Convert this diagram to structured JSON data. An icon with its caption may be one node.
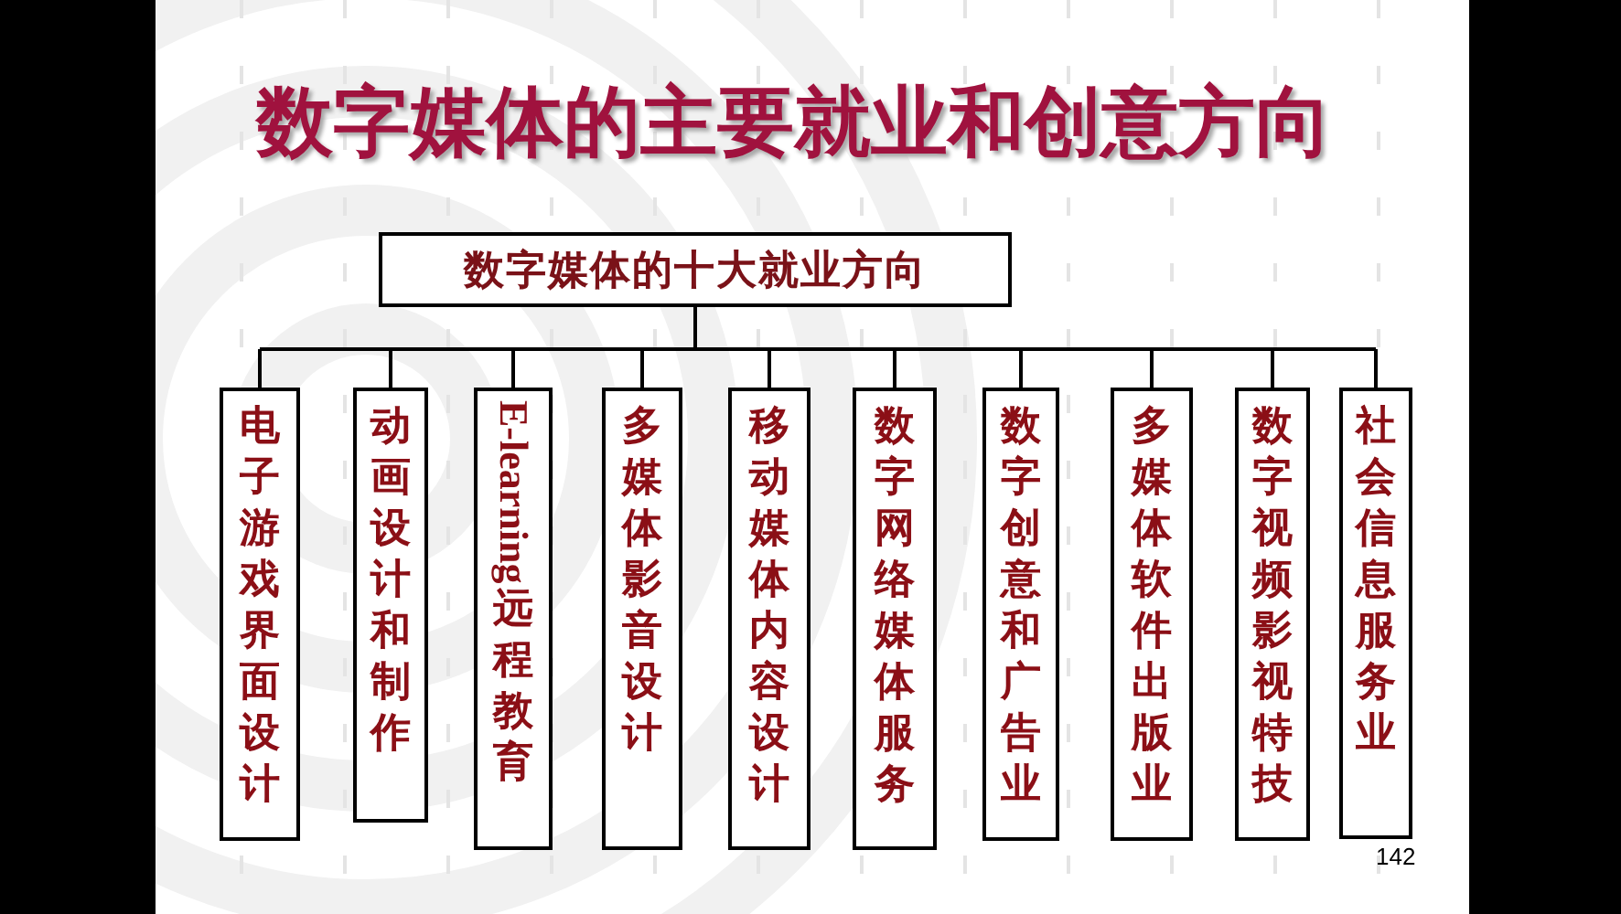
{
  "diagram": {
    "title": "数字媒体的主要就业和创意方向",
    "nodes": [
      {
        "text": [
          "数字媒体的十大就业方向"
        ]
      },
      {
        "text": [
          "电子游戏界面设计"
        ]
      },
      {
        "text": [
          "动画设计和制作"
        ]
      },
      {
        "text": [
          "E-learning远程教育"
        ]
      },
      {
        "text": [
          "多媒体影音设计"
        ]
      },
      {
        "text": [
          "移动媒体内容设计"
        ]
      },
      {
        "text": [
          "数字网络媒体服务"
        ]
      },
      {
        "text": [
          "数字创意和广告业"
        ]
      },
      {
        "text": [
          "多媒体软件出版业"
        ]
      },
      {
        "text": [
          "数字视频影视特技"
        ]
      },
      {
        "text": [
          "社会信息服务业"
        ]
      }
    ],
    "edges": [
      {
        "from": 0,
        "to": 1,
        "arrow": "none"
      },
      {
        "from": 0,
        "to": 2,
        "arrow": "none"
      },
      {
        "from": 0,
        "to": 3,
        "arrow": "none"
      },
      {
        "from": 0,
        "to": 4,
        "arrow": "none"
      },
      {
        "from": 0,
        "to": 5,
        "arrow": "none"
      },
      {
        "from": 0,
        "to": 6,
        "arrow": "none"
      },
      {
        "from": 0,
        "to": 7,
        "arrow": "none"
      },
      {
        "from": 0,
        "to": 8,
        "arrow": "none"
      },
      {
        "from": 0,
        "to": 9,
        "arrow": "none"
      },
      {
        "from": 0,
        "to": 10,
        "arrow": "none"
      }
    ],
    "labels": [
      "142"
    ]
  }
}
